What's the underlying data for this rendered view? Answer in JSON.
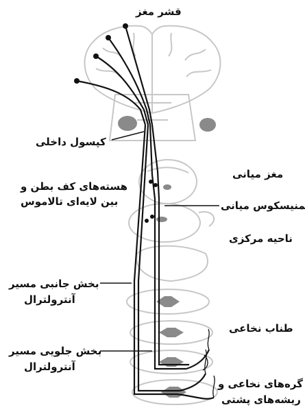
{
  "labels": {
    "cerebral_cortex": "قشر مغز",
    "internal_capsule": "کپسول داخلی",
    "thalamic_nuclei_line1": "هسته‌های کف بطن و",
    "thalamic_nuclei_line2": "بین لایه‌ای تالاموس",
    "midbrain": "مغز میانی",
    "medial_lemniscus": "لمنیسکوس میانی",
    "central_region": "ناحیه مرکزی",
    "lateral_anterolateral_line1": "بخش جانبی مسیر",
    "lateral_anterolateral_line2": "آنترولترال",
    "spinal_cord": "طناب نخاعی",
    "anterior_anterolateral_line1": "بخش جلویی مسیر",
    "anterior_anterolateral_line2": "آنترولترال",
    "spinal_ganglia_line1": "گره‌های نخاعی و",
    "spinal_ganglia_line2": "ریشه‌های پشتی"
  },
  "colors": {
    "outline": "#c7c7c7",
    "grey_matter": "#8a8a8a",
    "tract": "#111111",
    "text": "#111111"
  }
}
